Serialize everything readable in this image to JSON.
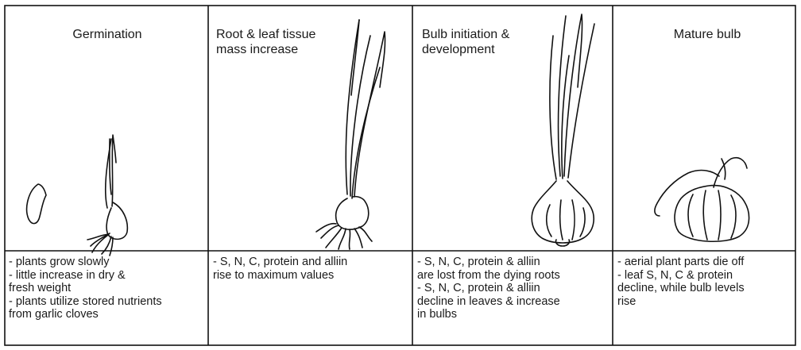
{
  "stages": [
    {
      "title": "Germination",
      "note": "- plants grow slowly\n- little increase in dry &\n  fresh weight\n- plants utilize stored nutrients\n  from garlic cloves"
    },
    {
      "title": "Root & leaf tissue\nmass increase",
      "note": "- S, N, C, protein and alliin\n  rise to maximum values"
    },
    {
      "title": "Bulb initiation &\ndevelopment",
      "note": "- S, N, C, protein & alliin\n  are lost from the dying roots\n- S, N, C, protein & alliin\n  decline in leaves & increase\n  in bulbs"
    },
    {
      "title": "Mature bulb",
      "note": "- aerial plant parts die off\n- leaf S, N, C & protein\n  decline, while bulb levels\n  rise"
    }
  ]
}
